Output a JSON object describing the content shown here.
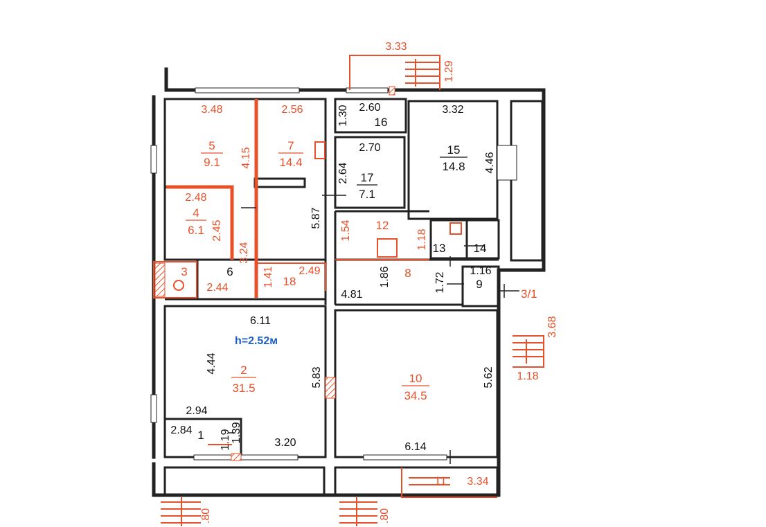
{
  "colors": {
    "wall": "#222222",
    "label": "#e8502a",
    "dim": "#111111",
    "height": "#1e5fbf"
  },
  "height_note": "h=2.52м",
  "rooms": [
    {
      "id": "r1",
      "num": "1",
      "area": ""
    },
    {
      "id": "r2",
      "num": "2",
      "area": "31.5"
    },
    {
      "id": "r3",
      "num": "3",
      "area": ""
    },
    {
      "id": "r4",
      "num": "4",
      "area": "6.1"
    },
    {
      "id": "r5",
      "num": "5",
      "area": "9.1"
    },
    {
      "id": "r6",
      "num": "6",
      "area": ""
    },
    {
      "id": "r7",
      "num": "7",
      "area": "14.4"
    },
    {
      "id": "r8",
      "num": "8",
      "area": ""
    },
    {
      "id": "r9",
      "num": "9",
      "area": ""
    },
    {
      "id": "r10",
      "num": "10",
      "area": "34.5"
    },
    {
      "id": "r11",
      "num": "11",
      "area": ""
    },
    {
      "id": "r12",
      "num": "12",
      "area": ""
    },
    {
      "id": "r13",
      "num": "13",
      "area": ""
    },
    {
      "id": "r14",
      "num": "14",
      "area": ""
    },
    {
      "id": "r15",
      "num": "15",
      "area": "14.8"
    },
    {
      "id": "r16",
      "num": "16",
      "area": ""
    },
    {
      "id": "r17",
      "num": "17",
      "area": "7.1"
    },
    {
      "id": "r18",
      "num": "18",
      "area": ""
    },
    {
      "id": "r3_1",
      "num": "3/1",
      "area": ""
    }
  ],
  "dimensions": {
    "d_3_33": "3.33",
    "d_1_29": "1.29",
    "d_3_48": "3.48",
    "d_2_56": "2.56",
    "d_2_60": "2.60",
    "d_1_30": "1.30",
    "d_3_32": "3.32",
    "d_4_15": "4.15",
    "d_2_70": "2.70",
    "d_2_64": "2.64",
    "d_4_46": "4.46",
    "d_2_48": "2.48",
    "d_2_45": "2.45",
    "d_5_87": "5.87",
    "d_1_54": "1.54",
    "d_1_18a": "1.18",
    "d_3_24": "3.24",
    "d_1_41": "1.41",
    "d_2_49": "2.49",
    "d_2_44": "2.44",
    "d_1_86": "1.86",
    "d_1_72": "1.72",
    "d_1_16": "1.16",
    "d_4_81": "4.81",
    "d_6_11": "6.11",
    "d_4_44": "4.44",
    "d_5_83": "5.83",
    "d_5_62": "5.62",
    "d_3_68": "3.68",
    "d_1_18b": "1.18",
    "d_2_94": "2.94",
    "d_2_84": "2.84",
    "d_1_19": "1.19",
    "d_1_39": "1.39",
    "d_3_20": "3.20",
    "d_6_14": "6.14",
    "d_3_34": "3.34",
    "d_80a": ".80",
    "d_80b": ".80"
  }
}
